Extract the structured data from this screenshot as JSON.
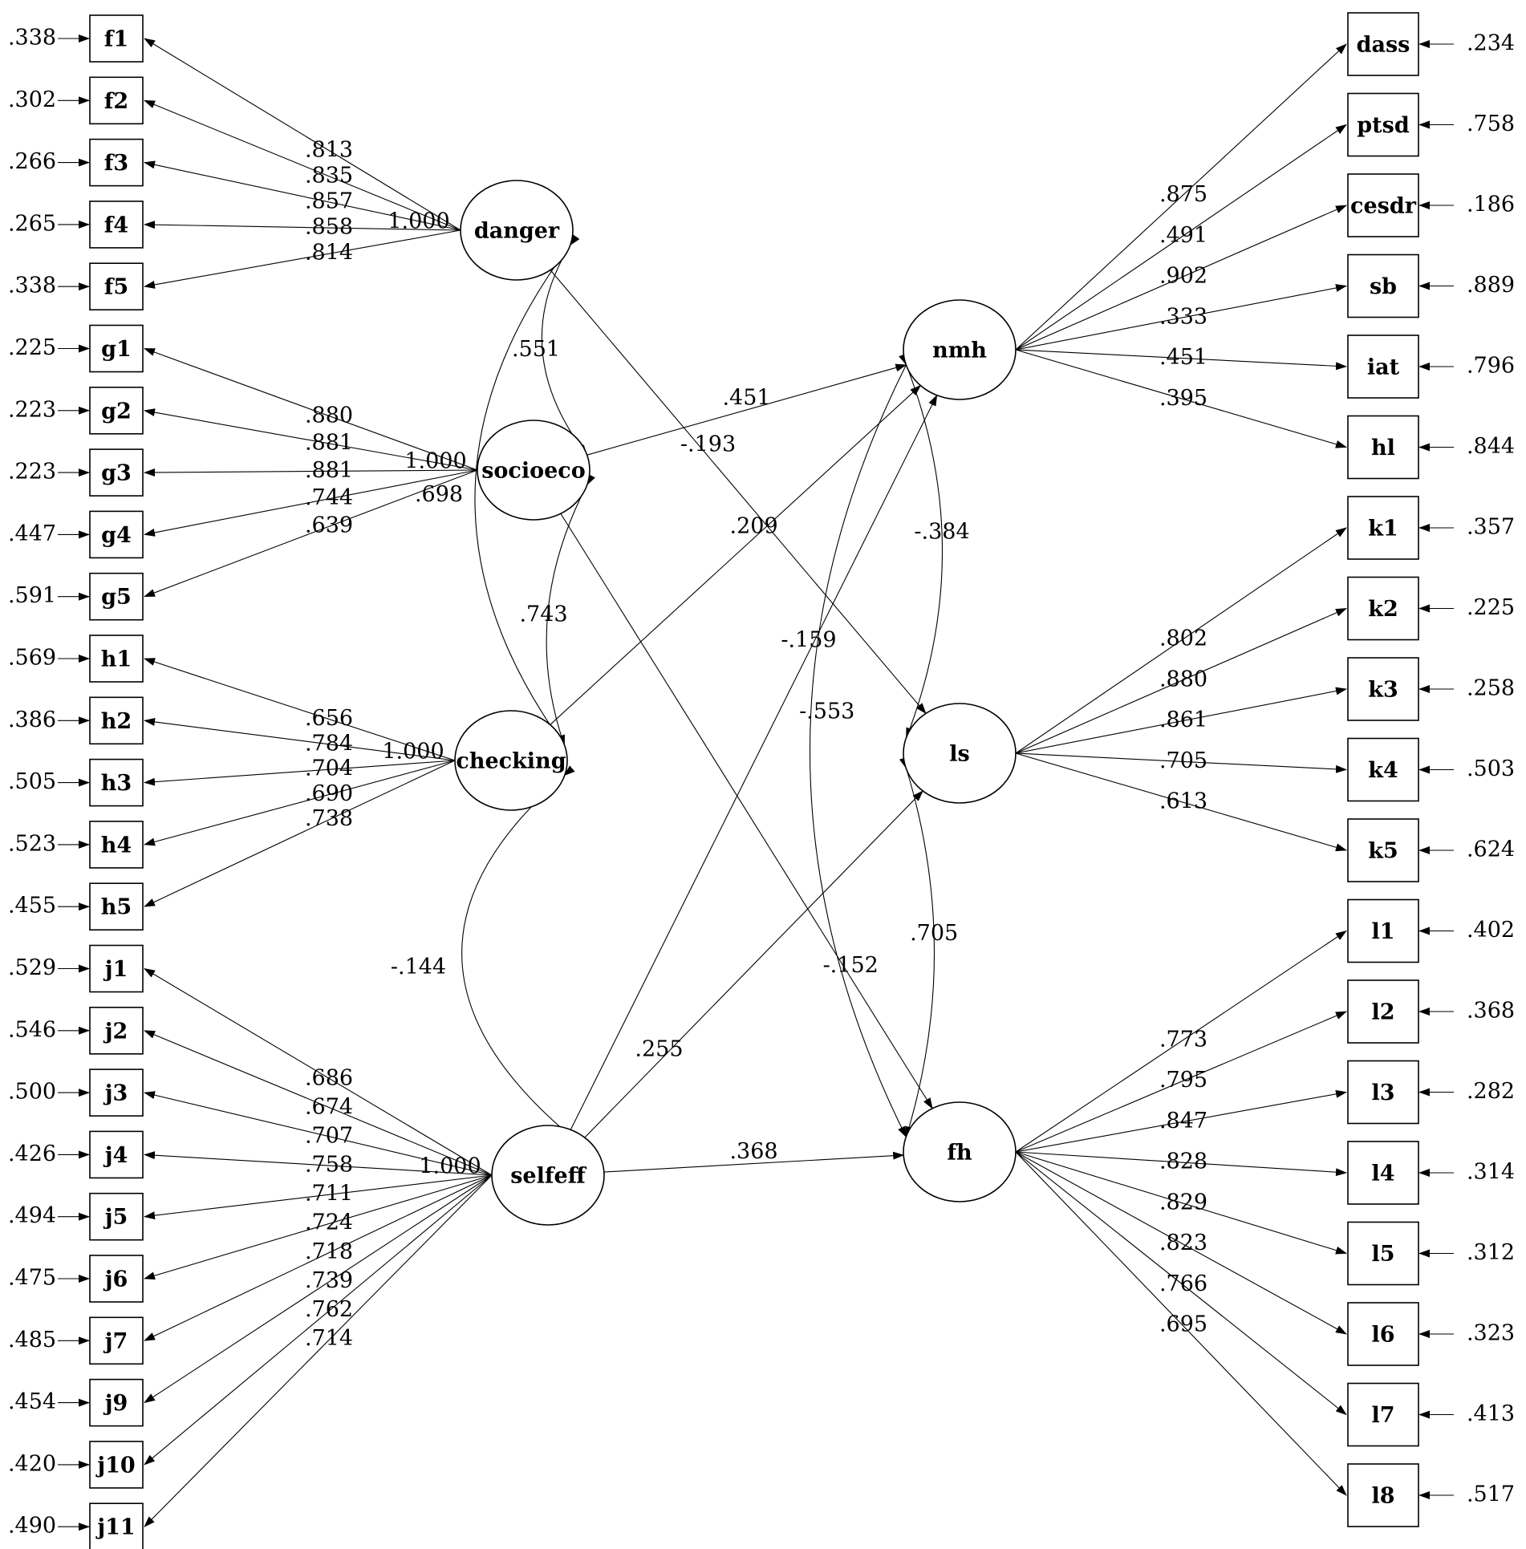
{
  "latents": [
    {
      "id": "danger",
      "label": "danger"
    },
    {
      "id": "socioeco",
      "label": "socioeco"
    },
    {
      "id": "checking",
      "label": "checking"
    },
    {
      "id": "selfeff",
      "label": "selfeff"
    },
    {
      "id": "nmh",
      "label": "nmh"
    },
    {
      "id": "ls",
      "label": "ls"
    },
    {
      "id": "fh",
      "label": "fh"
    }
  ],
  "indicators_left": [
    {
      "id": "f1",
      "label": "f1",
      "error": ".338",
      "loading": ".813",
      "latent": "danger"
    },
    {
      "id": "f2",
      "label": "f2",
      "error": ".302",
      "loading": ".835",
      "latent": "danger"
    },
    {
      "id": "f3",
      "label": "f3",
      "error": ".266",
      "loading": ".857",
      "latent": "danger"
    },
    {
      "id": "f4",
      "label": "f4",
      "error": ".265",
      "loading": ".858",
      "latent": "danger"
    },
    {
      "id": "f5",
      "label": "f5",
      "error": ".338",
      "loading": ".814",
      "latent": "danger"
    },
    {
      "id": "g1",
      "label": "g1",
      "error": ".225",
      "loading": ".880",
      "latent": "socioeco"
    },
    {
      "id": "g2",
      "label": "g2",
      "error": ".223",
      "loading": ".881",
      "latent": "socioeco"
    },
    {
      "id": "g3",
      "label": "g3",
      "error": ".223",
      "loading": ".881",
      "latent": "socioeco"
    },
    {
      "id": "g4",
      "label": "g4",
      "error": ".447",
      "loading": ".744",
      "latent": "socioeco"
    },
    {
      "id": "g5",
      "label": "g5",
      "error": ".591",
      "loading": ".639",
      "latent": "socioeco"
    },
    {
      "id": "h1",
      "label": "h1",
      "error": ".569",
      "loading": ".656",
      "latent": "checking"
    },
    {
      "id": "h2",
      "label": "h2",
      "error": ".386",
      "loading": ".784",
      "latent": "checking"
    },
    {
      "id": "h3",
      "label": "h3",
      "error": ".505",
      "loading": ".704",
      "latent": "checking"
    },
    {
      "id": "h4",
      "label": "h4",
      "error": ".523",
      "loading": ".690",
      "latent": "checking"
    },
    {
      "id": "h5",
      "label": "h5",
      "error": ".455",
      "loading": ".738",
      "latent": "checking"
    },
    {
      "id": "j1",
      "label": "j1",
      "error": ".529",
      "loading": ".686",
      "latent": "selfeff"
    },
    {
      "id": "j2",
      "label": "j2",
      "error": ".546",
      "loading": ".674",
      "latent": "selfeff"
    },
    {
      "id": "j3",
      "label": "j3",
      "error": ".500",
      "loading": ".707",
      "latent": "selfeff"
    },
    {
      "id": "j4",
      "label": "j4",
      "error": ".426",
      "loading": ".758",
      "latent": "selfeff"
    },
    {
      "id": "j5",
      "label": "j5",
      "error": ".494",
      "loading": ".711",
      "latent": "selfeff"
    },
    {
      "id": "j6",
      "label": "j6",
      "error": ".475",
      "loading": ".724",
      "latent": "selfeff"
    },
    {
      "id": "j7",
      "label": "j7",
      "error": ".485",
      "loading": ".718",
      "latent": "selfeff"
    },
    {
      "id": "j9",
      "label": "j9",
      "error": ".454",
      "loading": ".739",
      "latent": "selfeff"
    },
    {
      "id": "j10",
      "label": "j10",
      "error": ".420",
      "loading": ".762",
      "latent": "selfeff"
    },
    {
      "id": "j11",
      "label": "j11",
      "error": ".490",
      "loading": ".714",
      "latent": "selfeff"
    }
  ],
  "indicators_right": [
    {
      "id": "dass",
      "label": "dass",
      "error": ".234",
      "loading": ".875",
      "latent": "nmh"
    },
    {
      "id": "ptsd",
      "label": "ptsd",
      "error": ".758",
      "loading": ".491",
      "latent": "nmh"
    },
    {
      "id": "cesdr",
      "label": "cesdr",
      "error": ".186",
      "loading": ".902",
      "latent": "nmh"
    },
    {
      "id": "sb",
      "label": "sb",
      "error": ".889",
      "loading": ".333",
      "latent": "nmh"
    },
    {
      "id": "iat",
      "label": "iat",
      "error": ".796",
      "loading": ".451",
      "latent": "nmh"
    },
    {
      "id": "hl",
      "label": "hl",
      "error": ".844",
      "loading": ".395",
      "latent": "nmh"
    },
    {
      "id": "k1",
      "label": "k1",
      "error": ".357",
      "loading": ".802",
      "latent": "ls"
    },
    {
      "id": "k2",
      "label": "k2",
      "error": ".225",
      "loading": ".880",
      "latent": "ls"
    },
    {
      "id": "k3",
      "label": "k3",
      "error": ".258",
      "loading": ".861",
      "latent": "ls"
    },
    {
      "id": "k4",
      "label": "k4",
      "error": ".503",
      "loading": ".705",
      "latent": "ls"
    },
    {
      "id": "k5",
      "label": "k5",
      "error": ".624",
      "loading": ".613",
      "latent": "ls"
    },
    {
      "id": "l1",
      "label": "l1",
      "error": ".402",
      "loading": ".773",
      "latent": "fh"
    },
    {
      "id": "l2",
      "label": "l2",
      "error": ".368",
      "loading": ".795",
      "latent": "fh"
    },
    {
      "id": "l3",
      "label": "l3",
      "error": ".282",
      "loading": ".847",
      "latent": "fh"
    },
    {
      "id": "l4",
      "label": "l4",
      "error": ".314",
      "loading": ".828",
      "latent": "fh"
    },
    {
      "id": "l5",
      "label": "l5",
      "error": ".312",
      "loading": ".829",
      "latent": "fh"
    },
    {
      "id": "l6",
      "label": "l6",
      "error": ".323",
      "loading": ".823",
      "latent": "fh"
    },
    {
      "id": "l7",
      "label": "l7",
      "error": ".413",
      "loading": ".766",
      "latent": "fh"
    },
    {
      "id": "l8",
      "label": "l8",
      "error": ".517",
      "loading": ".695",
      "latent": "fh"
    }
  ],
  "latent_variances": [
    {
      "latent": "danger",
      "value": "1.000"
    },
    {
      "latent": "socioeco",
      "value": "1.000"
    },
    {
      "latent": "checking",
      "value": "1.000"
    },
    {
      "latent": "selfeff",
      "value": "1.000"
    }
  ],
  "covariances_left": [
    {
      "from": "danger",
      "to": "socioeco",
      "value": ".551"
    },
    {
      "from": "socioeco",
      "to": "checking",
      "value": ".743"
    },
    {
      "from": "danger",
      "to": "checking",
      "value": ".698"
    },
    {
      "from": "checking",
      "to": "selfeff",
      "value": "-.144"
    }
  ],
  "covariances_right": [
    {
      "from": "nmh",
      "to": "ls",
      "value": "-.384"
    },
    {
      "from": "nmh",
      "to": "fh",
      "value": "-.553"
    },
    {
      "from": "ls",
      "to": "fh",
      "value": ".705"
    }
  ],
  "paths": [
    {
      "from": "danger",
      "to": "ls",
      "value": "-.193"
    },
    {
      "from": "socioeco",
      "to": "nmh",
      "value": ".451"
    },
    {
      "from": "checking",
      "to": "nmh",
      "value": ".209"
    },
    {
      "from": "selfeff",
      "to": "nmh",
      "value": "-.159"
    },
    {
      "from": "socioeco",
      "to": "fh",
      "value": "-.152"
    },
    {
      "from": "selfeff",
      "to": "ls",
      "value": ".255"
    },
    {
      "from": "selfeff",
      "to": "fh",
      "value": ".368"
    }
  ]
}
